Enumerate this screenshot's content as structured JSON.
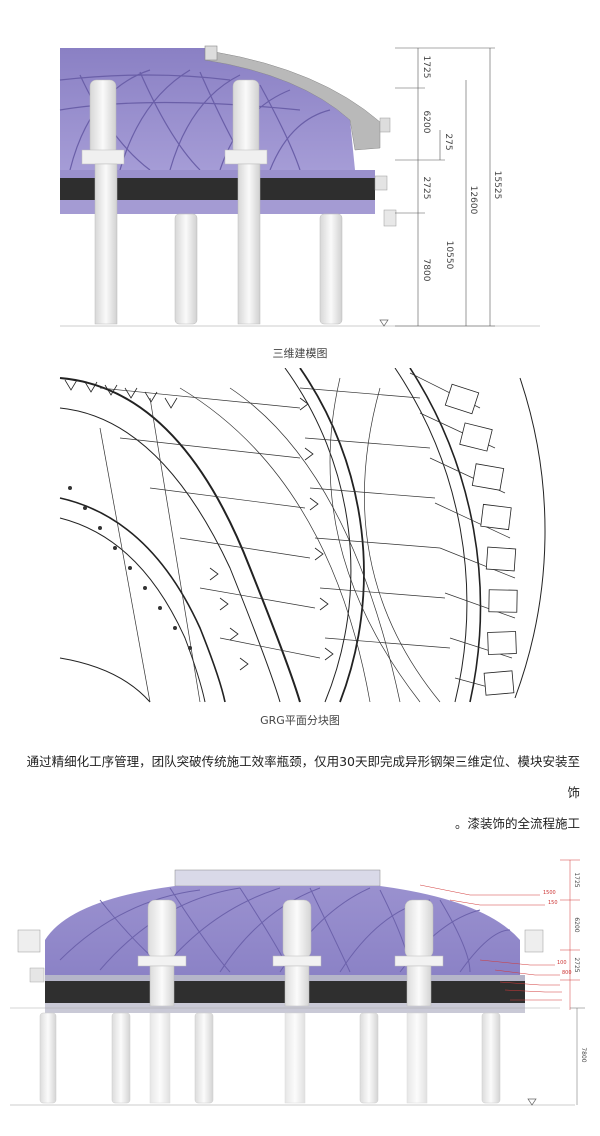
{
  "figure1": {
    "caption": "三维建模图",
    "dims_outer": [
      "1725",
      "6200",
      "2725",
      "7800"
    ],
    "dim_small": "275",
    "dims_total": [
      "12600",
      "10550",
      "15525"
    ]
  },
  "figure2": {
    "caption": "GRG平面分块图"
  },
  "paragraph": {
    "line1": "通过精细化工序管理，团队突破传统施工效率瓶颈，仅用30天即完成异形钢架三维定位、模块安装至饰",
    "line2": "漆装饰的全流程施工。"
  },
  "figure3": {
    "dims_right": [
      "1725",
      "6200",
      "2725",
      "7800"
    ]
  },
  "colors": {
    "dome_purple": "#9187c8",
    "band_dark": "#2d2d2d",
    "column_white": "#efefef",
    "dim_red": "#d13a3a"
  }
}
